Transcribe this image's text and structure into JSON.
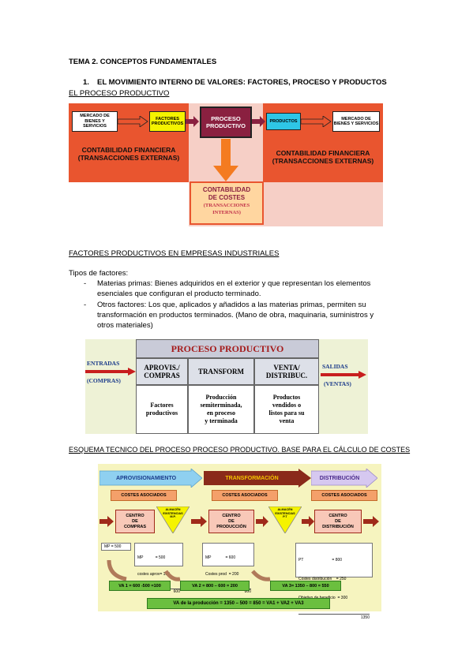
{
  "heading": "TEMA 2. CONCEPTOS FUNDAMENTALES",
  "section1": {
    "number": "1.",
    "title": "EL MOVIMIENTO INTERNO DE VALORES: FACTORES, PROCESO Y PRODUCTOS"
  },
  "sub1": "EL PROCESO PRODUCTIVO",
  "fig1": {
    "mercado_left": "MERCADO DE BIENES Y SERVICIOS",
    "factores": "FACTORES PRODUCTIVOS",
    "proceso": "PROCESO PRODUCTIVO",
    "productos": "PRODUCTOS",
    "mercado_right": "MERCADO DE BIENES Y SERVICIOS",
    "cf_left_1": "CONTABILIDAD FINANCIERA",
    "cf_left_2": "(TRANSACCIONES EXTERNAS)",
    "cf_right_1": "CONTABILIDAD FINANCIERA",
    "cf_right_2": "(TRANSACCIONES EXTERNAS)",
    "cc_1": "CONTABILIDAD",
    "cc_2": "DE COSTES",
    "cc_3": "(TRANSACCIONES",
    "cc_4": "INTERNAS)"
  },
  "sub2": "FACTORES PRODUCTIVOS EN EMPRESAS INDUSTRIALES",
  "tipos": "Tipos de factores:",
  "bullet1_l1": "Materias primas: Bienes adquiridos en el exterior y que representan los elementos",
  "bullet1_l2": "esenciales que configuran el producto terminado.",
  "bullet2_l1": "Otros factores: Los que, aplicados y añadidos a las materias primas, permiten su",
  "bullet2_l2": "transformación en productos terminados. (Mano de obra, maquinaria, suministros y",
  "bullet2_l3": "otros materiales)",
  "bullet_mark": "-",
  "fig2": {
    "title": "PROCESO PRODUCTIVO",
    "entradas": "ENTRADAS",
    "compras": "(COMPRAS)",
    "salidas": "SALIDAS",
    "ventas": "(VENTAS)",
    "h1a": "APROVIS./",
    "h1b": "COMPRAS",
    "h2": "TRANSFORM",
    "h3a": "VENTA/",
    "h3b": "DISTRIBUC.",
    "c1a": "Factores",
    "c1b": "productivos",
    "c2a": "Producción",
    "c2b": "semiterminada,",
    "c2c": "en proceso",
    "c2d": "y terminada",
    "c3a": "Productos",
    "c3b": "vendidos o",
    "c3c": "listos para su",
    "c3d": "venta"
  },
  "sub3": "ESQUEMA TECNICO DEL PROCESO PROCESO PRODUCTIVO. BASE PARA EL CÁLCULO DE COSTES",
  "fig3": {
    "aprov": "APROVISIONAMIENTO",
    "transf": "TRANSFORMACIÓN",
    "distrib": "DISTRIBUCIÓN",
    "costes1": "COSTES ASOCIADOS",
    "costes2": "COSTES ASOCIADOS",
    "costes3": "COSTES ASOCIADOS",
    "centro1a": "CENTRO",
    "centro1b": "DE",
    "centro1c": "COMPRAS",
    "alm1a": "ALMACÉN",
    "alm1b": "EXISTENCIAS",
    "alm1c": "M.P.",
    "centro2a": "CENTRO",
    "centro2b": "DE",
    "centro2c": "PRODUCCIÓN",
    "alm2a": "ALMACÉN",
    "alm2b": "EXISTENCIAS",
    "alm2c": "P.T",
    "centro3a": "CENTRO",
    "centro3b": "DE",
    "centro3c": "DISTRIBUCIÓN",
    "mp500": "MP = 500",
    "calc1a": "MP           = 500",
    "calc1b": "costes aprov= 100",
    "calc1c": "600",
    "calc2a": "MP             = 600",
    "calc2b": "Costes prod  = 200",
    "calc2c": "800",
    "calc3a": "PT                          = 800",
    "calc3b": "Costes distribución    = 250",
    "calc3c": "Objetivo de beneficio  = 300",
    "calc3d": "1350",
    "va1": "VA 1 = 600 -500 =100",
    "va2": "VA 2 = 800 – 600 = 200",
    "va3": "VA 3= 1350 – 800 = 550",
    "vatotal": "VA de la producción = 1350 – 500 = 850 = VA1 + VA2 + VA3"
  },
  "colors": {
    "red_bg": "#e9552f",
    "orange": "#f47b20",
    "pink": "#f6cfc6",
    "maroon": "#8a2040",
    "yellow": "#f5f300",
    "cyan": "#2ec6e6"
  }
}
